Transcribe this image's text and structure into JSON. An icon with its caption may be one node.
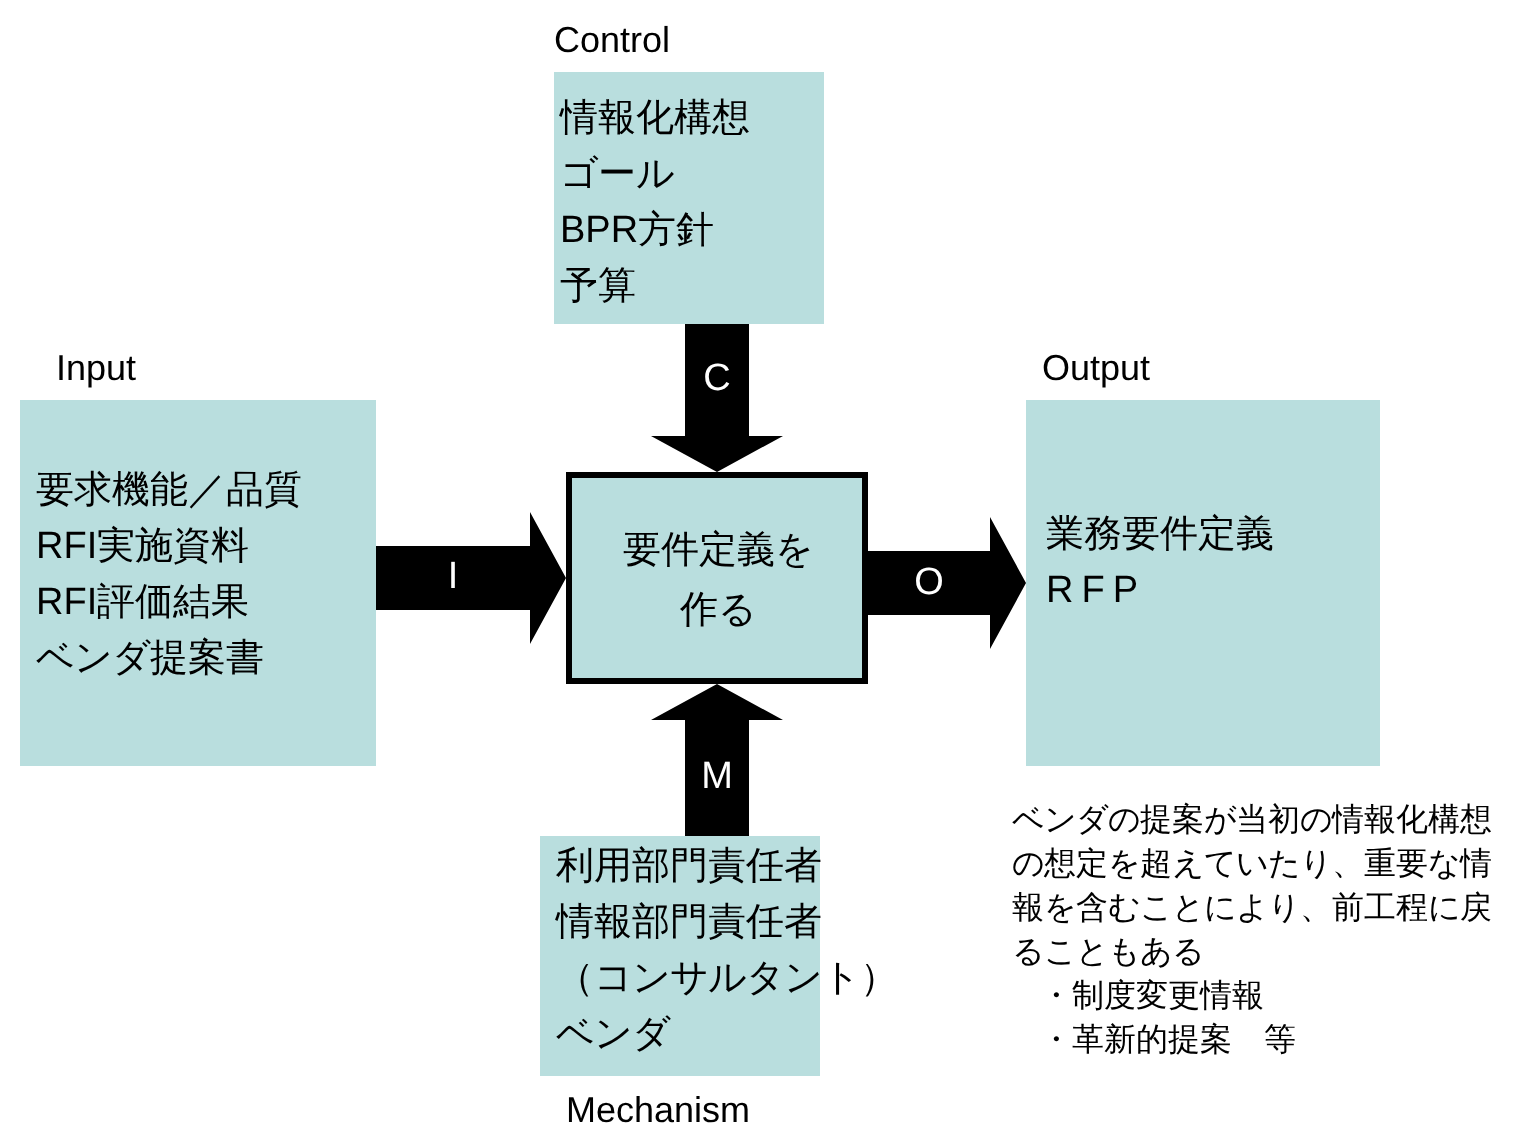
{
  "diagram": {
    "nodes": [
      {
        "text": [
          "Control",
          "情報化構想",
          "ゴール",
          "BPR方針",
          "予算"
        ]
      },
      {
        "text": [
          "Input",
          "要求機能／品質",
          "RFI実施資料",
          "RFI評価結果",
          "ベンダ提案書"
        ]
      },
      {
        "text": [
          "要件定義を作る"
        ]
      },
      {
        "text": [
          "Output",
          "業務要件定義",
          "RFP"
        ]
      },
      {
        "text": [
          "利用部門責任者",
          "情報部門責任者",
          "（コンサルタント）",
          "ベンダ",
          "Mechanism"
        ]
      }
    ],
    "edges": [
      {
        "from": 0,
        "to": 2,
        "arrow": "to",
        "label": "C"
      },
      {
        "from": 1,
        "to": 2,
        "arrow": "to",
        "label": "I"
      },
      {
        "from": 2,
        "to": 3,
        "arrow": "to",
        "label": "O"
      },
      {
        "from": 4,
        "to": 2,
        "arrow": "to",
        "label": "M"
      }
    ],
    "labels": [
      "ベンダの提案が当初の情報化構想の想定を超えていたり、重要な情報を含むことにより、前工程に戻ることもある",
      "・制度変更情報",
      "・革新的提案　等"
    ]
  }
}
